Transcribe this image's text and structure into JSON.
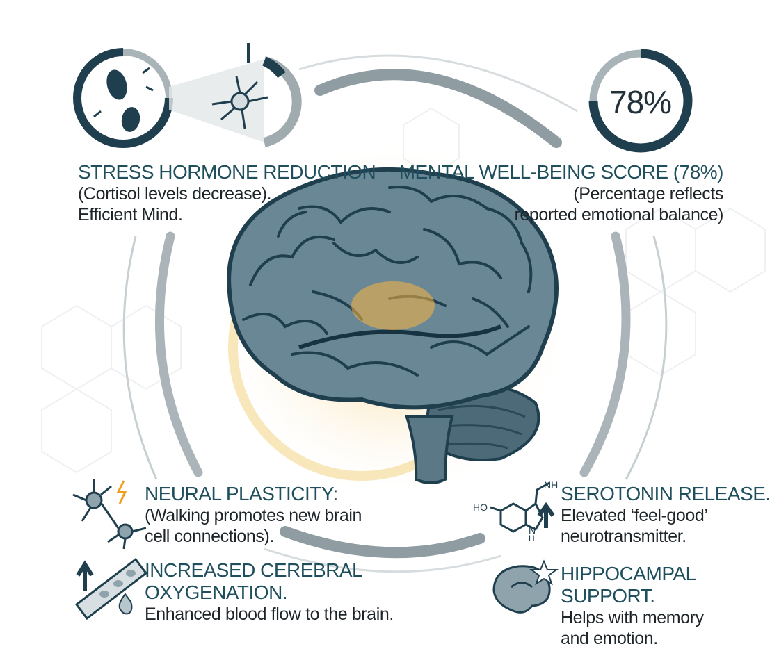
{
  "colors": {
    "heading": "#1f4f5c",
    "body": "#1e2529",
    "ring_dark": "#1f3f4f",
    "ring_light": "#9aa8ae",
    "glow": "#f0a020",
    "brain_fill": "#5d7c8c"
  },
  "score": {
    "label": "78%",
    "value": 78
  },
  "stress": {
    "title": "STRESS HORMONE REDUCTION",
    "line1": "(Cortisol levels decrease).",
    "line2": "Efficient Mind."
  },
  "wellbeing": {
    "title": "MENTAL WELL-BEING SCORE (78%)",
    "line1": "(Percentage reflects",
    "line2": "reported emotional balance)"
  },
  "plasticity": {
    "title": "NEURAL PLASTICITY:",
    "line1": "(Walking promotes new brain",
    "line2": "cell connections)."
  },
  "serotonin": {
    "title": "SEROTONIN RELEASE.",
    "line1": "Elevated ‘feel-good’",
    "line2": "neurotransmitter.",
    "mol_nh": "NH",
    "mol_ho": "HO",
    "mol_n": "N",
    "mol_h": "H"
  },
  "oxygenation": {
    "title1": "INCREASED CEREBRAL",
    "title2": "OXYGENATION.",
    "line1": "Enhanced blood flow to the brain."
  },
  "hippocampal": {
    "title": "HIPPOCAMPAL SUPPORT.",
    "line1": "Helps with memory",
    "line2": "and emotion."
  },
  "icons": [
    "footprints-icon",
    "neuron-icon",
    "brain-icon",
    "neurons-icon",
    "lightning-icon",
    "serotonin-molecule-icon",
    "up-arrow-icon",
    "blood-vessel-icon",
    "droplet-icon",
    "brain-section-icon",
    "star-icon"
  ]
}
